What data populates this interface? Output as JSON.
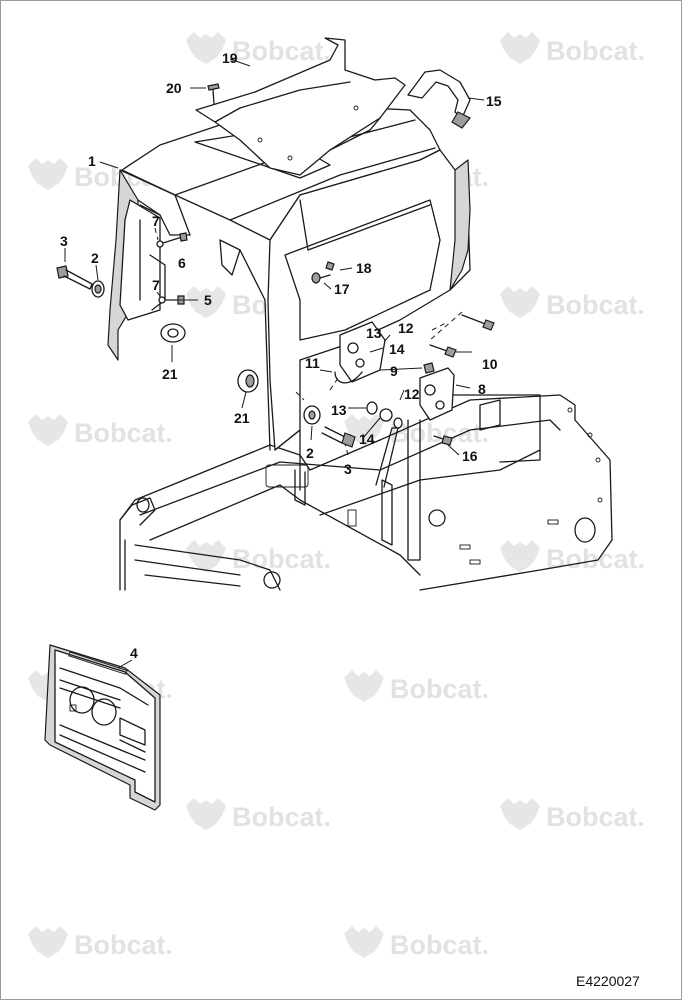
{
  "watermark": {
    "brand": "Bobcat.",
    "icon": "bobcat-head-logo-icon",
    "color": "#e2e2e2"
  },
  "callouts": [
    {
      "id": "c1",
      "label": "1"
    },
    {
      "id": "c2a",
      "label": "2"
    },
    {
      "id": "c2b",
      "label": "2"
    },
    {
      "id": "c3a",
      "label": "3"
    },
    {
      "id": "c3b",
      "label": "3"
    },
    {
      "id": "c4",
      "label": "4"
    },
    {
      "id": "c5",
      "label": "5"
    },
    {
      "id": "c6",
      "label": "6"
    },
    {
      "id": "c7a",
      "label": "7"
    },
    {
      "id": "c7b",
      "label": "7"
    },
    {
      "id": "c8",
      "label": "8"
    },
    {
      "id": "c9",
      "label": "9"
    },
    {
      "id": "c10",
      "label": "10"
    },
    {
      "id": "c11",
      "label": "11"
    },
    {
      "id": "c12a",
      "label": "12"
    },
    {
      "id": "c12b",
      "label": "12"
    },
    {
      "id": "c13a",
      "label": "13"
    },
    {
      "id": "c13b",
      "label": "13"
    },
    {
      "id": "c14a",
      "label": "14"
    },
    {
      "id": "c14b",
      "label": "14"
    },
    {
      "id": "c15",
      "label": "15"
    },
    {
      "id": "c16",
      "label": "16"
    },
    {
      "id": "c17",
      "label": "17"
    },
    {
      "id": "c18",
      "label": "18"
    },
    {
      "id": "c19",
      "label": "19"
    },
    {
      "id": "c20",
      "label": "20"
    },
    {
      "id": "c21a",
      "label": "21"
    },
    {
      "id": "c21b",
      "label": "21"
    }
  ],
  "drawing_code": "E4220027"
}
